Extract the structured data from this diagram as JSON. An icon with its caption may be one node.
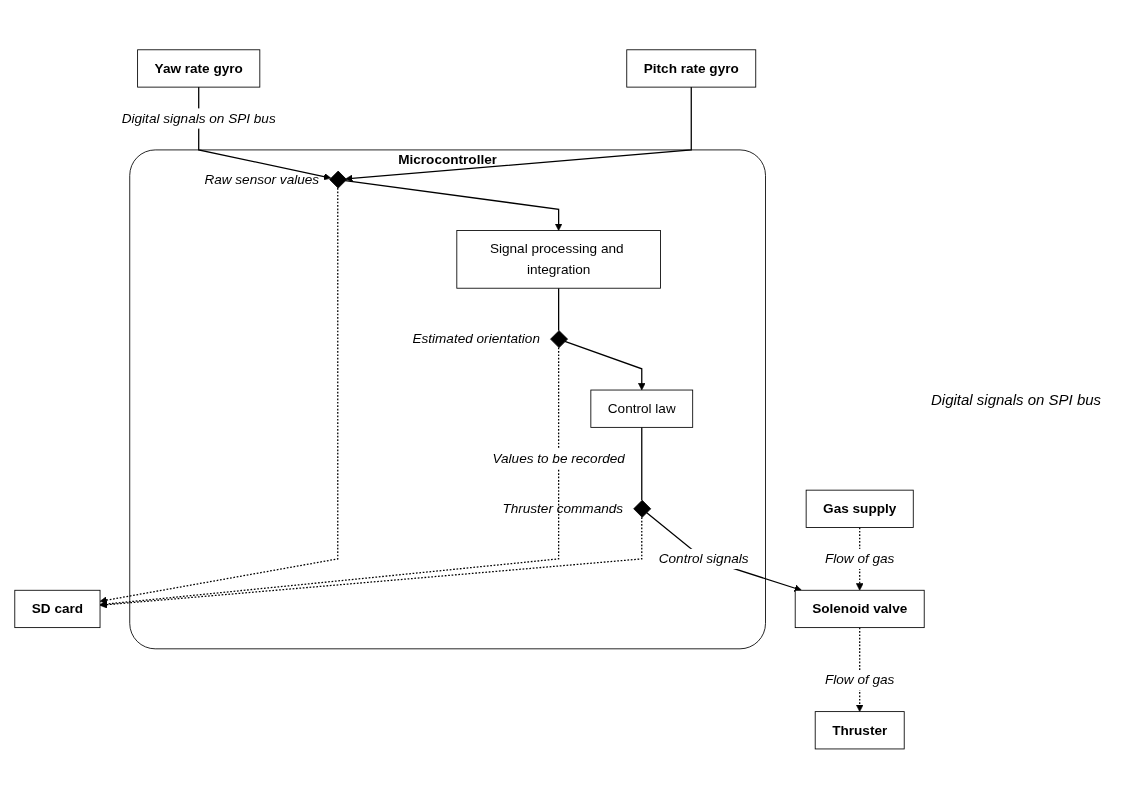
{
  "diagram": {
    "nodes": [
      {
        "text": [
          "Microcontroller"
        ]
      },
      {
        "text": [],
        "shape": "diamond",
        "in": 0,
        "beside": [
          "Raw sensor values"
        ]
      },
      {
        "text": [
          "Signal processing and integration"
        ],
        "in": 0
      },
      {
        "text": [],
        "shape": "diamond",
        "in": 0,
        "beside": [
          "Estimated orientation"
        ]
      },
      {
        "text": [
          "Control law"
        ],
        "in": 0
      },
      {
        "text": [],
        "shape": "diamond",
        "in": 0,
        "beside": [
          "Thruster commands"
        ]
      },
      {
        "text": [
          "Pitch rate gyro"
        ]
      },
      {
        "text": [
          "Yaw rate gyro"
        ]
      },
      {
        "text": [
          "SD card"
        ]
      },
      {
        "text": [
          "Gas supply"
        ]
      },
      {
        "text": [
          "Solenoid valve"
        ]
      },
      {
        "text": [
          "Thruster"
        ]
      }
    ],
    "edges": [
      {
        "from": 6,
        "to": 1,
        "arrow": "to"
      },
      {
        "from": 7,
        "to": 1,
        "arrow": "to",
        "label": "Digital signals on SPI bus"
      },
      {
        "from": 1,
        "to": 2,
        "arrow": "to"
      },
      {
        "from": 2,
        "to": 3,
        "arrow": "none"
      },
      {
        "from": 3,
        "to": 4,
        "arrow": "to"
      },
      {
        "from": 4,
        "to": 5,
        "arrow": "none"
      },
      {
        "from": 5,
        "to": 10,
        "arrow": "to",
        "label": "Control signals"
      },
      {
        "from": 1,
        "to": 8,
        "arrow": "to",
        "style": "dashed"
      },
      {
        "from": 3,
        "to": 8,
        "arrow": "to",
        "style": "dashed",
        "label": "Values to be recorded"
      },
      {
        "from": 5,
        "to": 8,
        "arrow": "to",
        "style": "dashed"
      },
      {
        "from": 9,
        "to": 10,
        "arrow": "to",
        "style": "dashed",
        "label": "Flow of gas"
      },
      {
        "from": 10,
        "to": 11,
        "arrow": "to",
        "style": "dashed",
        "label": "Flow of gas"
      }
    ],
    "labels": [
      "Digital signals on SPI bus"
    ]
  }
}
